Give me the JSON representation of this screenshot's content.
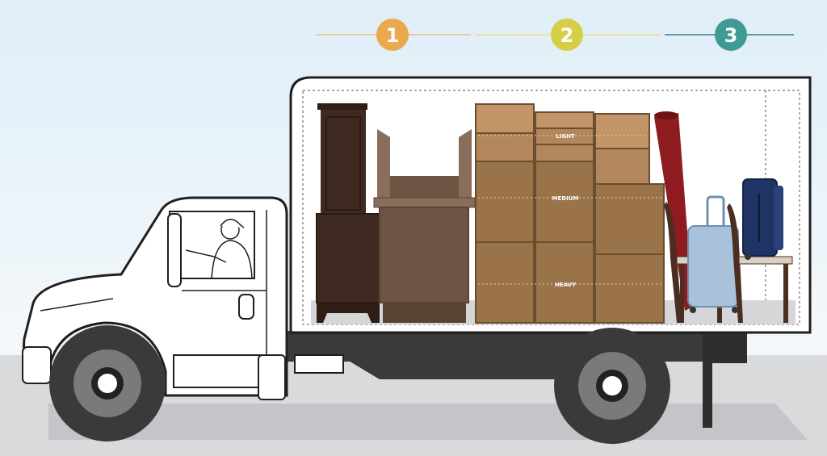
{
  "steps": [
    {
      "number": "1",
      "color": "#e9a94c",
      "line_color": "#efc79a"
    },
    {
      "number": "2",
      "color": "#d6cf45",
      "line_color": "#e8e39a"
    },
    {
      "number": "3",
      "color": "#3f9a93",
      "line_color": "#5c9ea0"
    }
  ],
  "box_labels": {
    "light": "LIGHT",
    "medium": "MEDIUM",
    "heavy": "HEAVY"
  },
  "colors": {
    "sky_top": "#dfeef8",
    "ground": "#d9dadc",
    "truck_body": "#ffffff",
    "outline": "#1f1f1f",
    "chassis": "#3a3a3a",
    "box": "#9b7349",
    "box_light": "#c29468",
    "hutch": "#3e2a20",
    "desk": "#6d5443",
    "rug": "#8e1b1f",
    "suitcase_light": "#a9c2dc",
    "suitcase_navy": "#1f3364"
  }
}
